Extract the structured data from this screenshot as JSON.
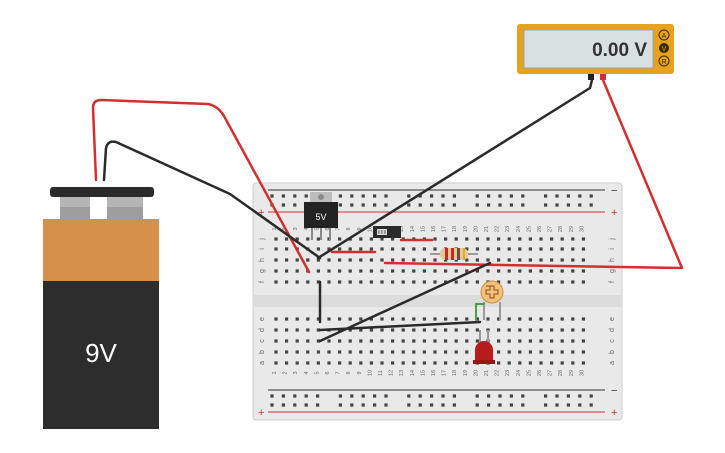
{
  "battery": {
    "label": "9V"
  },
  "regulator": {
    "label": "5V"
  },
  "multimeter": {
    "reading": "0.00 V",
    "mode_buttons": [
      "A",
      "V",
      "R"
    ]
  },
  "breadboard": {
    "column_numbers": [
      "1",
      "2",
      "3",
      "4",
      "5",
      "6",
      "7",
      "8",
      "9",
      "10",
      "11",
      "12",
      "13",
      "14",
      "15",
      "16",
      "17",
      "18",
      "19",
      "20",
      "21",
      "22",
      "23",
      "24",
      "25",
      "26",
      "27",
      "28",
      "29",
      "30"
    ],
    "top_rows": [
      "j",
      "i",
      "h",
      "g",
      "f"
    ],
    "bottom_rows": [
      "e",
      "d",
      "c",
      "b",
      "a"
    ],
    "rail_minus": "−",
    "rail_plus": "+"
  },
  "colors": {
    "wire_red": "#d32f2f",
    "wire_black": "#2b2b2b",
    "battery_top": "#d7904a",
    "battery_bottom": "#2d2d2d",
    "meter_frame": "#e6a21e",
    "meter_screen": "#d8e0e2",
    "breadboard": "#e9e9e9",
    "led": "#b71c1c",
    "ldr_body": "#f2c17a",
    "resistor_body": "#e8c98f"
  }
}
